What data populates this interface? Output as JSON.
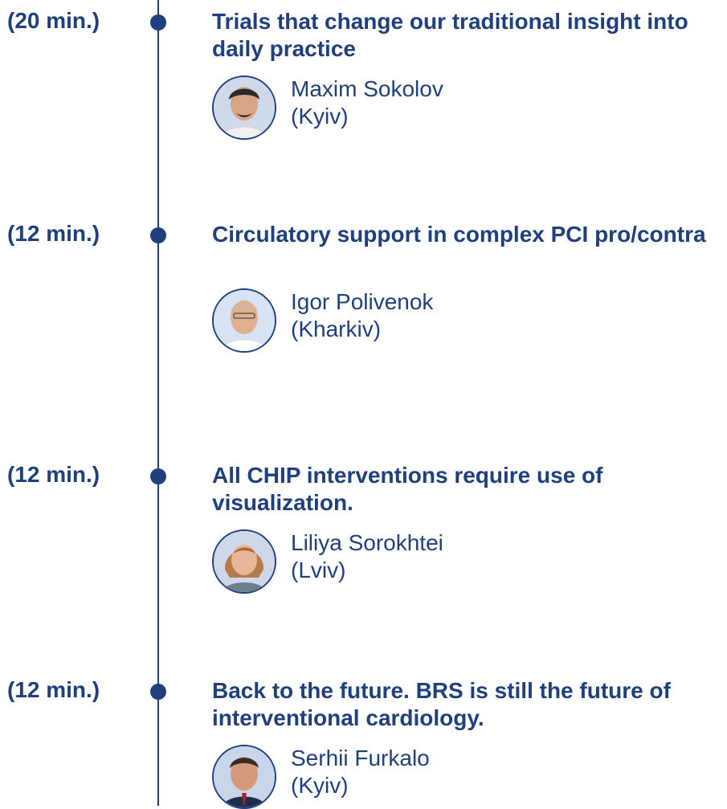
{
  "colors": {
    "accent": "#1f3f7d",
    "background": "#ffffff"
  },
  "sessions": [
    {
      "duration": "(20 min.)",
      "title": "Trials that change our traditional insight into daily practice",
      "speaker": {
        "name": "Maxim Sokolov",
        "city": "(Kyiv)",
        "photo_icon": "speaker-photo-icon"
      }
    },
    {
      "duration": "(12 min.)",
      "title": "Circulatory support in complex PCI pro/contra",
      "speaker": {
        "name": "Igor Polivenok",
        "city": "(Kharkiv)",
        "photo_icon": "speaker-photo-icon"
      }
    },
    {
      "duration": "(12 min.)",
      "title": "All CHIP interventions require use of visualization.",
      "speaker": {
        "name": "Liliya Sorokhtei",
        "city": "(Lviv)",
        "photo_icon": "speaker-photo-icon"
      }
    },
    {
      "duration": "(12 min.)",
      "title": "Back to the future. BRS is still the future of interventional cardiology.",
      "speaker": {
        "name": "Serhii Furkalo",
        "city": "(Kyiv)",
        "photo_icon": "speaker-photo-icon"
      }
    }
  ]
}
